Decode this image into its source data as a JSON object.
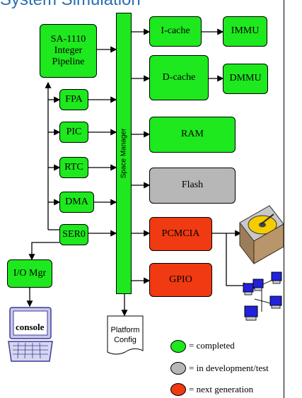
{
  "title": "System Simulation",
  "space_manager": "Space Manager",
  "blocks": {
    "pipeline": "SA-1110 Integer Pipeline",
    "fpa": "FPA",
    "pic": "PIC",
    "rtc": "RTC",
    "dma": "DMA",
    "ser0": "SER0",
    "io_mgr": "I/O Mgr",
    "icache": "I-cache",
    "immu": "IMMU",
    "dcache": "D-cache",
    "dmmu": "DMMU",
    "ram": "RAM",
    "flash": "Flash",
    "pcmcia": "PCMCIA",
    "gpio": "GPIO"
  },
  "platform_config": "Platform Config",
  "console": "console",
  "legend": [
    {
      "color": "#1ee81e",
      "label": "= completed"
    },
    {
      "color": "#b7b7b7",
      "label": "= in development/test"
    },
    {
      "color": "#f03a12",
      "label": "= next generation"
    }
  ],
  "colors": {
    "completed": "#1ee81e",
    "in_development": "#b7b7b7",
    "next_generation": "#f03a12"
  }
}
